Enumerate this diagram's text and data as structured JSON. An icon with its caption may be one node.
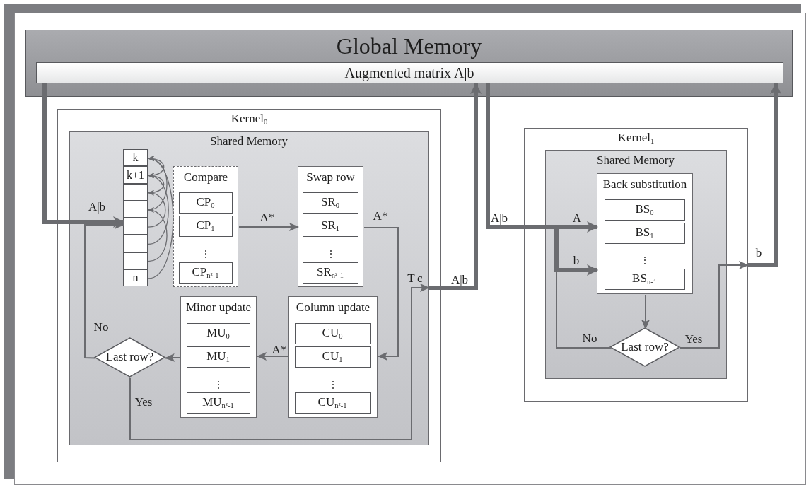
{
  "diagram": {
    "nodes": [
      {
        "text": [
          "Global Memory"
        ]
      },
      {
        "text": [
          "Augmented matrix A|b"
        ],
        "in": 0
      },
      {
        "text": [
          "Kernel$_{0}$"
        ]
      },
      {
        "text": [
          "Shared Memory"
        ],
        "in": 2
      },
      {
        "text": [
          "k"
        ],
        "in": 3
      },
      {
        "text": [
          "k+1"
        ],
        "in": 3
      },
      {
        "text": [],
        "shape": "box",
        "in": 3
      },
      {
        "text": [],
        "shape": "box",
        "in": 3
      },
      {
        "text": [],
        "shape": "box",
        "in": 3
      },
      {
        "text": [],
        "shape": "box",
        "in": 3
      },
      {
        "text": [],
        "shape": "box",
        "in": 3
      },
      {
        "text": [
          "n"
        ],
        "in": 3
      },
      {
        "text": [
          "Compare",
          "⋮"
        ],
        "in": 3
      },
      {
        "text": [
          "CP$_{0}$"
        ],
        "in": 12
      },
      {
        "text": [
          "CP$_{1}$"
        ],
        "in": 12
      },
      {
        "text": [
          "CP$_{n²-1}$"
        ],
        "in": 12
      },
      {
        "text": [
          "Swap row",
          "⋮"
        ],
        "in": 3
      },
      {
        "text": [
          "SR$_{0}$"
        ],
        "in": 16
      },
      {
        "text": [
          "SR$_{1}$"
        ],
        "in": 16
      },
      {
        "text": [
          "SR$_{n²-1}$"
        ],
        "in": 16
      },
      {
        "text": [
          "Last row?"
        ],
        "in": 3
      },
      {
        "text": [
          "Minor update",
          "⋮"
        ],
        "in": 3
      },
      {
        "text": [
          "MU$_{0}$"
        ],
        "in": 21
      },
      {
        "text": [
          "MU$_{1}$"
        ],
        "in": 21
      },
      {
        "text": [
          "MU$_{n²-1}$"
        ],
        "in": 21
      },
      {
        "text": [
          "Column update",
          "⋮"
        ],
        "in": 3
      },
      {
        "text": [
          "CU$_{0}$"
        ],
        "in": 25
      },
      {
        "text": [
          "CU$_{1}$"
        ],
        "in": 25
      },
      {
        "text": [
          "CU$_{n²-1}$"
        ],
        "in": 25
      },
      {
        "text": [
          "Kernel$_{1}$"
        ]
      },
      {
        "text": [
          "Shared Memory"
        ],
        "in": 29
      },
      {
        "text": [
          "Back substitution",
          "⋮"
        ],
        "in": 30
      },
      {
        "text": [
          "BS$_{0}$"
        ],
        "in": 31
      },
      {
        "text": [
          "BS$_{1}$"
        ],
        "in": 31
      },
      {
        "text": [
          "BS$_{n-1}$"
        ],
        "in": 31
      },
      {
        "text": [
          "Last row?"
        ],
        "in": 30
      }
    ],
    "edges": [
      {
        "from": 1,
        "to": 8,
        "arrow": "to",
        "label": "A|b",
        "style": "thick"
      },
      {
        "from": 12,
        "to": 16,
        "arrow": "to",
        "label": "A*"
      },
      {
        "from": 16,
        "to": 25,
        "arrow": "to",
        "label": "A*"
      },
      {
        "from": 25,
        "to": 21,
        "arrow": "to",
        "label": "A*"
      },
      {
        "from": 21,
        "to": 20,
        "arrow": "to"
      },
      {
        "from": 20,
        "to": 8,
        "arrow": "to",
        "label": "No"
      },
      {
        "from": 20,
        "to": 3,
        "arrow": "to",
        "label": "Yes"
      },
      {
        "from": 3,
        "to": 1,
        "arrow": "to",
        "label": "A|b",
        "style": "thick"
      },
      {
        "from": 1,
        "to": 31,
        "arrow": "to",
        "label": "A",
        "style": "thick"
      },
      {
        "from": 1,
        "to": 31,
        "arrow": "to",
        "label": "b",
        "style": "thick"
      },
      {
        "from": 31,
        "to": 35,
        "arrow": "to"
      },
      {
        "from": 35,
        "to": 31,
        "arrow": "to",
        "label": "No"
      },
      {
        "from": 35,
        "to": 29,
        "arrow": "to",
        "label": "Yes"
      },
      {
        "from": 29,
        "to": 1,
        "arrow": "to",
        "label": "b",
        "style": "thick"
      },
      {
        "from": 5,
        "to": 4,
        "arrow": "to"
      },
      {
        "from": 7,
        "to": 4,
        "arrow": "to"
      },
      {
        "from": 11,
        "to": 4,
        "arrow": "to"
      },
      {
        "from": 6,
        "to": 5,
        "arrow": "to"
      },
      {
        "from": 9,
        "to": 5,
        "arrow": "to"
      },
      {
        "from": 8,
        "to": 6,
        "arrow": "to"
      },
      {
        "from": 10,
        "to": 7,
        "arrow": "to"
      }
    ],
    "labels": [
      "T|c",
      "A|b"
    ]
  }
}
